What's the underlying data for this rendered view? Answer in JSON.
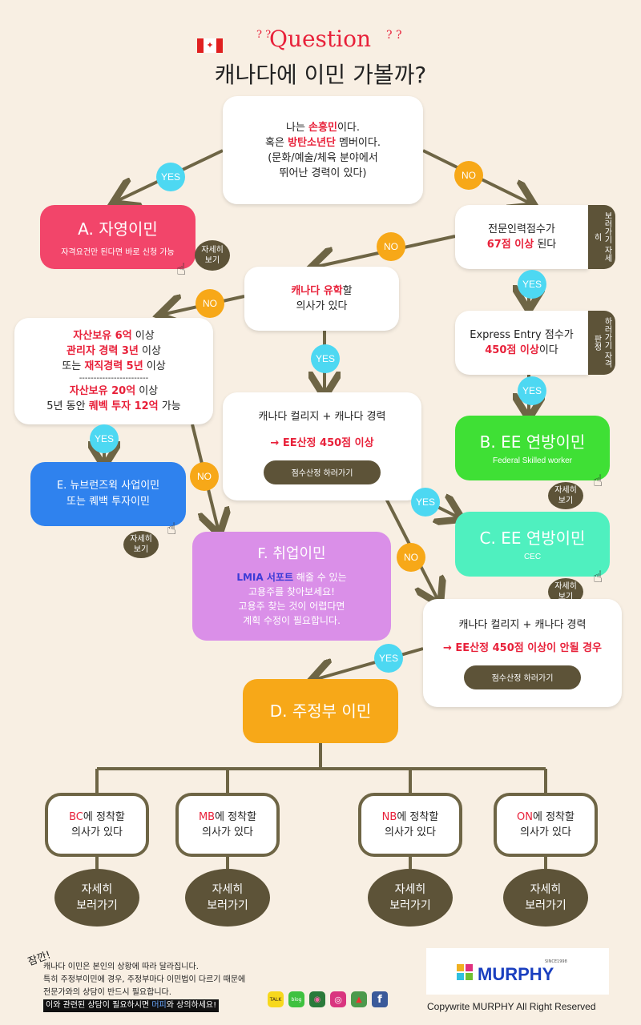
{
  "header": {
    "question": "Question",
    "q_marks_left": "? ?",
    "q_marks_right": "? ?",
    "title": "캐나다에 이민 가볼까?"
  },
  "start": {
    "line1_a": "나는 ",
    "line1_red": "손흥민",
    "line1_b": "이다.",
    "line2_a": "혹은 ",
    "line2_red": "방탄소년단",
    "line2_b": " 멤버이다.",
    "line3": "(문화/예술/체육 분야에서",
    "line4": "뛰어난 경력이 있다)"
  },
  "labels": {
    "yes": "YES",
    "no": "NO"
  },
  "self_employed": {
    "title": "A. 자영이민",
    "sub": "자격요건만 된다면 바로 신청 가능",
    "detail": "자세히\n보기"
  },
  "score67": {
    "line1": "전문인력점수가",
    "red": "67점 이상",
    "line2_b": " 된다",
    "tab": "보러가기 자세히"
  },
  "study": {
    "red": "캐나다 유학",
    "a": "할",
    "line2": "의사가 있다"
  },
  "ee450": {
    "line1": "Express Entry 점수가",
    "red": "450점 이상",
    "b": "이다",
    "tab": "하러가기 자격판정"
  },
  "assets": {
    "l1_red": "자산보유 6억",
    "l1_b": " 이상",
    "l2_red": "관리자 경력 3년",
    "l2_b": " 이상",
    "l3_a": "또는 ",
    "l3_red": "재직경력 5년",
    "l3_b": " 이상",
    "divider": "------------------------",
    "l4_red": "자산보유 20억",
    "l4_b": " 이상",
    "l5_a": "5년 동안 ",
    "l5_red": "퀘벡 투자 12억",
    "l5_b": " 가능"
  },
  "college": {
    "line1": "캐나다 컬리지 + 캐나다 경력",
    "arrow": "→ ",
    "red": "EE산정 450점 이상",
    "button": "점수산정 하러가기"
  },
  "fsw": {
    "title": "B.  EE  연방이민",
    "sub": "Federal Skilled worker",
    "detail": "자세히\n보기"
  },
  "business": {
    "line1": "E. 뉴브런즈윅 사업이민",
    "line2": "또는 퀘백 투자이민",
    "detail": "자세히\n보기"
  },
  "work": {
    "title": "F. 취업이민",
    "blue": "LMIA 서포트",
    "l1_b": " 해줄 수 있는",
    "l2": "고용주를 찾아보세요!",
    "l3": "고용주 찾는 것이 어렵다면",
    "l4": "계획 수정이 필요합니다."
  },
  "cec": {
    "title": "C.  EE  연방이민",
    "sub": "CEC",
    "detail": "자세히\n보기"
  },
  "college2": {
    "line1": "캐나다 컬리지 + 캐나다 경력",
    "arrow": "→ ",
    "red": "EE산정 450점 이상이 안될 경우",
    "button": "점수산정 하러가기"
  },
  "pnp": {
    "title": "D.  주정부  이민"
  },
  "provinces": [
    {
      "code": "BC",
      "rest": "에 정착할",
      "line2": "의사가 있다",
      "button": "자세히\n보러가기"
    },
    {
      "code": "MB",
      "rest": "에 정착할",
      "line2": "의사가 있다",
      "button": "자세히\n보러가기"
    },
    {
      "code": "NB",
      "rest": "에 정착할",
      "line2": "의사가 있다",
      "button": "자세히\n보러가기"
    },
    {
      "code": "ON",
      "rest": "에 정착할",
      "line2": "의사가 있다",
      "button": "자세히\n보러가기"
    }
  ],
  "footer": {
    "wait": "잠깐!",
    "l1": "캐나다 이민은 본인의 상황에 따라 달라집니다.",
    "l2": "특히 주정부이민에 경우, 주정부마다 이민법이 다르기 때문에",
    "l3": "전문가와의 상담이 반드시 필요합니다.",
    "l4_a": "이와 관련된 상담이 필요하시면 ",
    "l4_blue": "머피",
    "l4_b": "와 상의하세요!",
    "brand": "MURPHY",
    "since": "SINCE1998",
    "copyright": "Copywrite MURPHY All Right Reserved",
    "social": [
      "TALK",
      "blog",
      "◉",
      "◎",
      "▲",
      "f"
    ]
  },
  "colors": {
    "background": "#f8efe3",
    "brown": "#5d5338",
    "yes": "#4dd8f2",
    "no": "#f7a818",
    "self_employed": "#f2456a",
    "fsw": "#3fe035",
    "cec": "#4ff0bf",
    "business": "#2f82ee",
    "work": "#da8fe8",
    "pnp": "#f7a818"
  }
}
